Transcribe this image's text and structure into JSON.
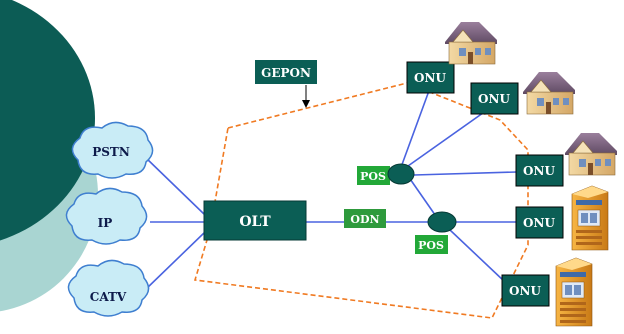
{
  "diagram": {
    "network_label": "GEPON",
    "olt_label": "OLT",
    "odn_label": "ODN",
    "splitters": [
      {
        "id": "pos-upper",
        "label": "POS"
      },
      {
        "id": "pos-lower",
        "label": "POS"
      }
    ],
    "sources": [
      {
        "id": "pstn",
        "label": "PSTN"
      },
      {
        "id": "ip",
        "label": "IP"
      },
      {
        "id": "catv",
        "label": "CATV"
      }
    ],
    "onus": [
      {
        "id": "onu-1",
        "label": "ONU",
        "premises": "house"
      },
      {
        "id": "onu-2",
        "label": "ONU",
        "premises": "house"
      },
      {
        "id": "onu-3",
        "label": "ONU",
        "premises": "house"
      },
      {
        "id": "onu-4",
        "label": "ONU",
        "premises": "building"
      },
      {
        "id": "onu-5",
        "label": "ONU",
        "premises": "building"
      }
    ]
  },
  "colors": {
    "box_fill": "#0b5e55",
    "box_text": "#ffffff",
    "link": "#4a63e0",
    "dash": "#f07a22",
    "odn_fill": "#2e9a3c",
    "pos_fill": "#22a838",
    "splitter_fill": "#0b5e55",
    "cloud_fill": "#c9ecf6",
    "cloud_stroke": "#3f7fd0",
    "bg_dark": "#0c5c55",
    "bg_light": "#a9d5d2"
  }
}
